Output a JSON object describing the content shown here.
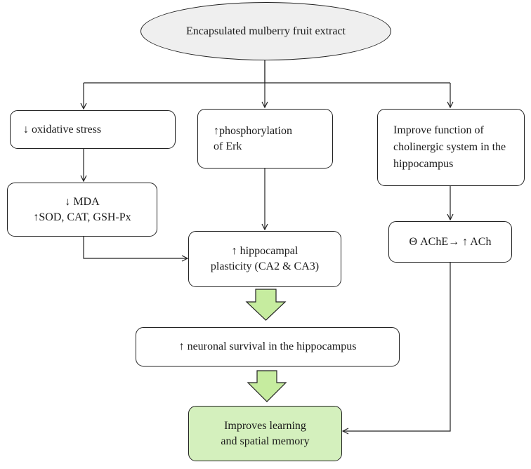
{
  "diagram": {
    "source": "Encapsulated mulberry fruit extract",
    "oxidative_stress": "↓ oxidative stress",
    "phosphorylation": "↑phosphorylation\nof Erk",
    "cholinergic": "Improve function of\ncholinergic system in the\nhippocampus",
    "mda": "↓ MDA\n↑SOD, CAT, GSH-Px",
    "plasticity": "↑ hippocampal\nplasticity (CA2 & CA3)",
    "ache": "Θ AChE→ ↑ ACh",
    "neuronal": "↑ neuronal survival in the hippocampus",
    "outcome": "Improves learning\nand spatial memory"
  },
  "colors": {
    "outcome_fill": "#d4f0bd",
    "block_arrow_fill": "#c6ec9f",
    "source_fill": "#efefef"
  }
}
